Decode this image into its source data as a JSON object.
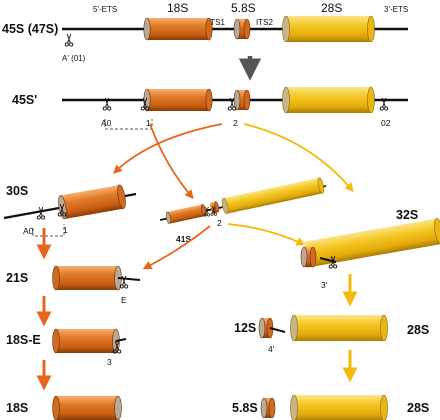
{
  "precursor_row": {
    "name": "45S (47S)",
    "regions": [
      "5'-ETS",
      "18S",
      "ITS1",
      "5.8S",
      "ITS2",
      "28S",
      "3'-ETS"
    ],
    "cleavage_site": "A' (01)"
  },
  "row_45s_prime": {
    "name": "45S'",
    "sites": [
      "A0",
      "1",
      "2",
      "02"
    ]
  },
  "intermediates": {
    "i30s": {
      "name": "30S",
      "sites": [
        "A0",
        "1"
      ]
    },
    "i41s": {
      "name": "41S",
      "site": "2"
    },
    "i21s": {
      "name": "21S",
      "site": "E"
    },
    "i18se": {
      "name": "18S-E",
      "site": "3"
    },
    "i32s": {
      "name": "32S",
      "site": "3'"
    },
    "i12s": {
      "name": "12S",
      "site": "4'"
    }
  },
  "products": {
    "p18s": "18S",
    "p58s": "5.8S",
    "p28s_mid": "28S",
    "p28s_final": "28S"
  },
  "colors": {
    "orange_body": "#d96a1c",
    "orange_dark": "#8a3a08",
    "gold_body": "#f2c21e",
    "gold_dark": "#a87d05",
    "cap_grey": "#b9aa96",
    "arrow_orange": "#e8661c",
    "arrow_gold": "#f4b90b",
    "arrow_grey": "#555555"
  }
}
